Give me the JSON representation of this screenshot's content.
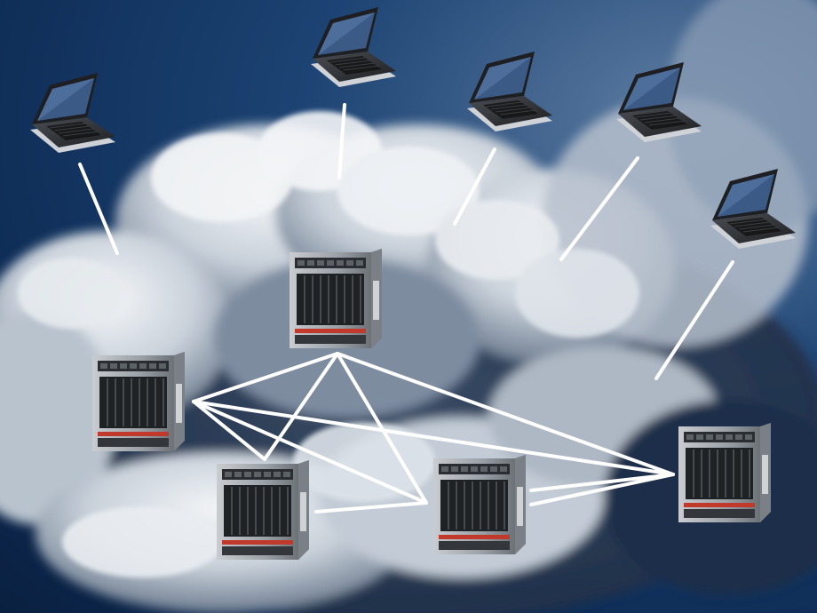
{
  "scene": {
    "description_icons": [
      "cloud-icon",
      "laptop-icon",
      "server-rack-icon"
    ],
    "colors": {
      "sky_dark": "#0e2c55",
      "sky_mid": "#1c4373",
      "cloud_light": "#e9edf2",
      "cloud_shadow": "#6e7d90",
      "link_line": "#ffffff",
      "server_body": "#9aa0a6",
      "server_panel": "#2a2d31",
      "server_accent": "#c0392b",
      "laptop_body": "#2b2d30"
    },
    "laptops": [
      {
        "id": "laptop-1"
      },
      {
        "id": "laptop-2"
      },
      {
        "id": "laptop-3"
      },
      {
        "id": "laptop-4"
      },
      {
        "id": "laptop-5"
      }
    ],
    "servers": [
      {
        "id": "server-top"
      },
      {
        "id": "server-left"
      },
      {
        "id": "server-bottom-left"
      },
      {
        "id": "server-bottom-middle"
      },
      {
        "id": "server-right"
      }
    ]
  }
}
